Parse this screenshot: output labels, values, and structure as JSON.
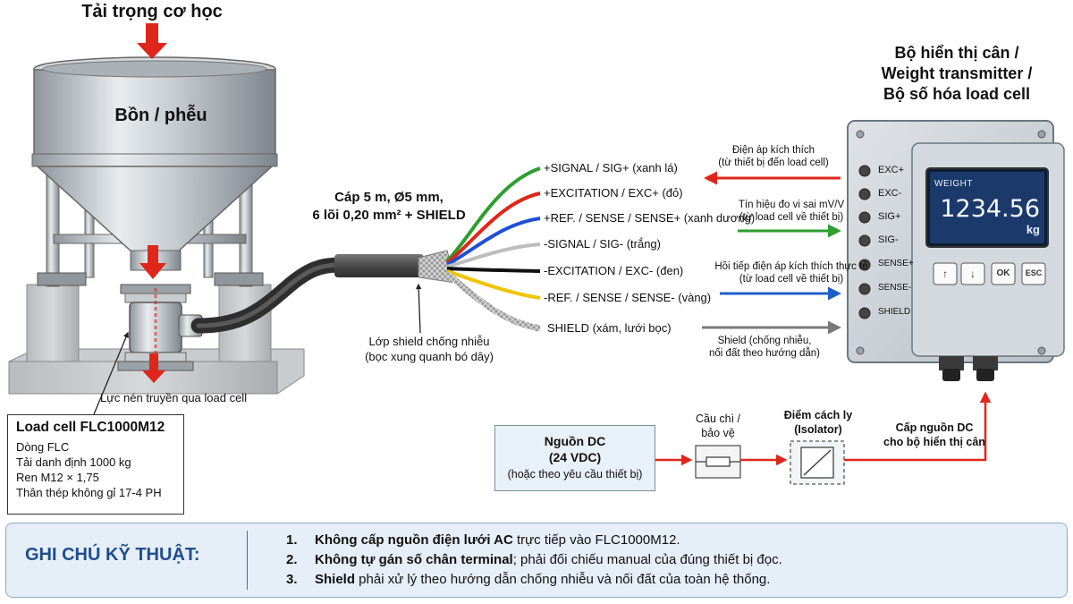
{
  "load": {
    "title": "Tải trọng cơ học",
    "hopper": "Bồn / phễu",
    "force_label": "Lực nén truyền qua load cell"
  },
  "loadcell": {
    "title": "Load cell FLC1000M12",
    "lines": [
      "Dòng FLC",
      "Tải danh định 1000 kg",
      "Ren M12 × 1,75",
      "Thân thép không gỉ 17-4 PH"
    ]
  },
  "cable": {
    "title_line1": "Cáp 5 m, Ø5 mm,",
    "title_line2": "6 lõi 0,20 mm² + SHIELD",
    "wires": [
      {
        "label": "+SIGNAL / SIG+ (xanh lá)",
        "color": "#2e9e2e"
      },
      {
        "label": "+EXCITATION / EXC+ (đỏ)",
        "color": "#e0261b"
      },
      {
        "label": "+REF. / SENSE / SENSE+ (xanh dương)",
        "color": "#1f4fd6"
      },
      {
        "label": "-SIGNAL / SIG- (trắng)",
        "color": "#cccccc"
      },
      {
        "label": "-EXCITATION / EXC- (đen)",
        "color": "#111111"
      },
      {
        "label": "-REF. / SENSE / SENSE- (vàng)",
        "color": "#f0c400"
      }
    ],
    "shield_wire": "SHIELD (xám, lưới bọc)",
    "shield_note_1": "Lớp shield chống nhiễu",
    "shield_note_2": "(bọc xung quanh bó dây)"
  },
  "signals": {
    "excitation_1": "Điện áp kích thích",
    "excitation_2": "(từ thiết bị đến load cell)",
    "signal_1": "Tín hiệu đo vi sai mV/V",
    "signal_2": "(từ load cell về thiết bị)",
    "sense_1": "Hồi tiếp điện áp kích thích thực tế",
    "sense_2": "(từ load cell về thiết bị)",
    "shield_1": "Shield (chống nhiễu,",
    "shield_2": "nối đất theo hướng dẫn)"
  },
  "display": {
    "title_1": "Bộ hiển thị cân /",
    "title_2": "Weight transmitter /",
    "title_3": "Bộ số hóa load cell",
    "terminals": [
      "EXC+",
      "EXC-",
      "SIG+",
      "SIG-",
      "SENSE+",
      "SENSE-",
      "SHIELD"
    ],
    "screen_label": "WEIGHT",
    "value": "1234.56",
    "unit": "kg",
    "buttons": [
      "↑",
      "↓",
      "OK",
      "ESC"
    ]
  },
  "power": {
    "psu_1": "Nguồn DC",
    "psu_2": "(24 VDC)",
    "psu_3": "(hoặc theo yêu cầu thiết bị)",
    "fuse_1": "Cầu chì /",
    "fuse_2": "bảo vệ",
    "isolator_1": "Điểm cách ly",
    "isolator_2": "(Isolator)",
    "feed_1": "Cấp nguồn DC",
    "feed_2": "cho bộ hiển thị cân"
  },
  "notes": {
    "heading": "GHI CHÚ KỸ THUẬT:",
    "items": [
      {
        "num": "1.",
        "bold": "Không cấp nguồn điện lưới AC",
        "rest": " trực tiếp vào FLC1000M12."
      },
      {
        "num": "2.",
        "bold": "Không tự gán số chân terminal",
        "rest": "; phải đối chiếu manual của đúng thiết bị đọc."
      },
      {
        "num": "3.",
        "bold": "Shield",
        "rest": " phải xử lý theo hướng dẫn chống nhiễu và nối đất của toàn hệ thống."
      }
    ]
  },
  "colors": {
    "red_arrow": "#e0261b",
    "green_arrow": "#2e9e2e",
    "blue_arrow": "#1f5fc8",
    "gray_arrow": "#7a7a7a",
    "note_heading": "#1f4e8c"
  }
}
